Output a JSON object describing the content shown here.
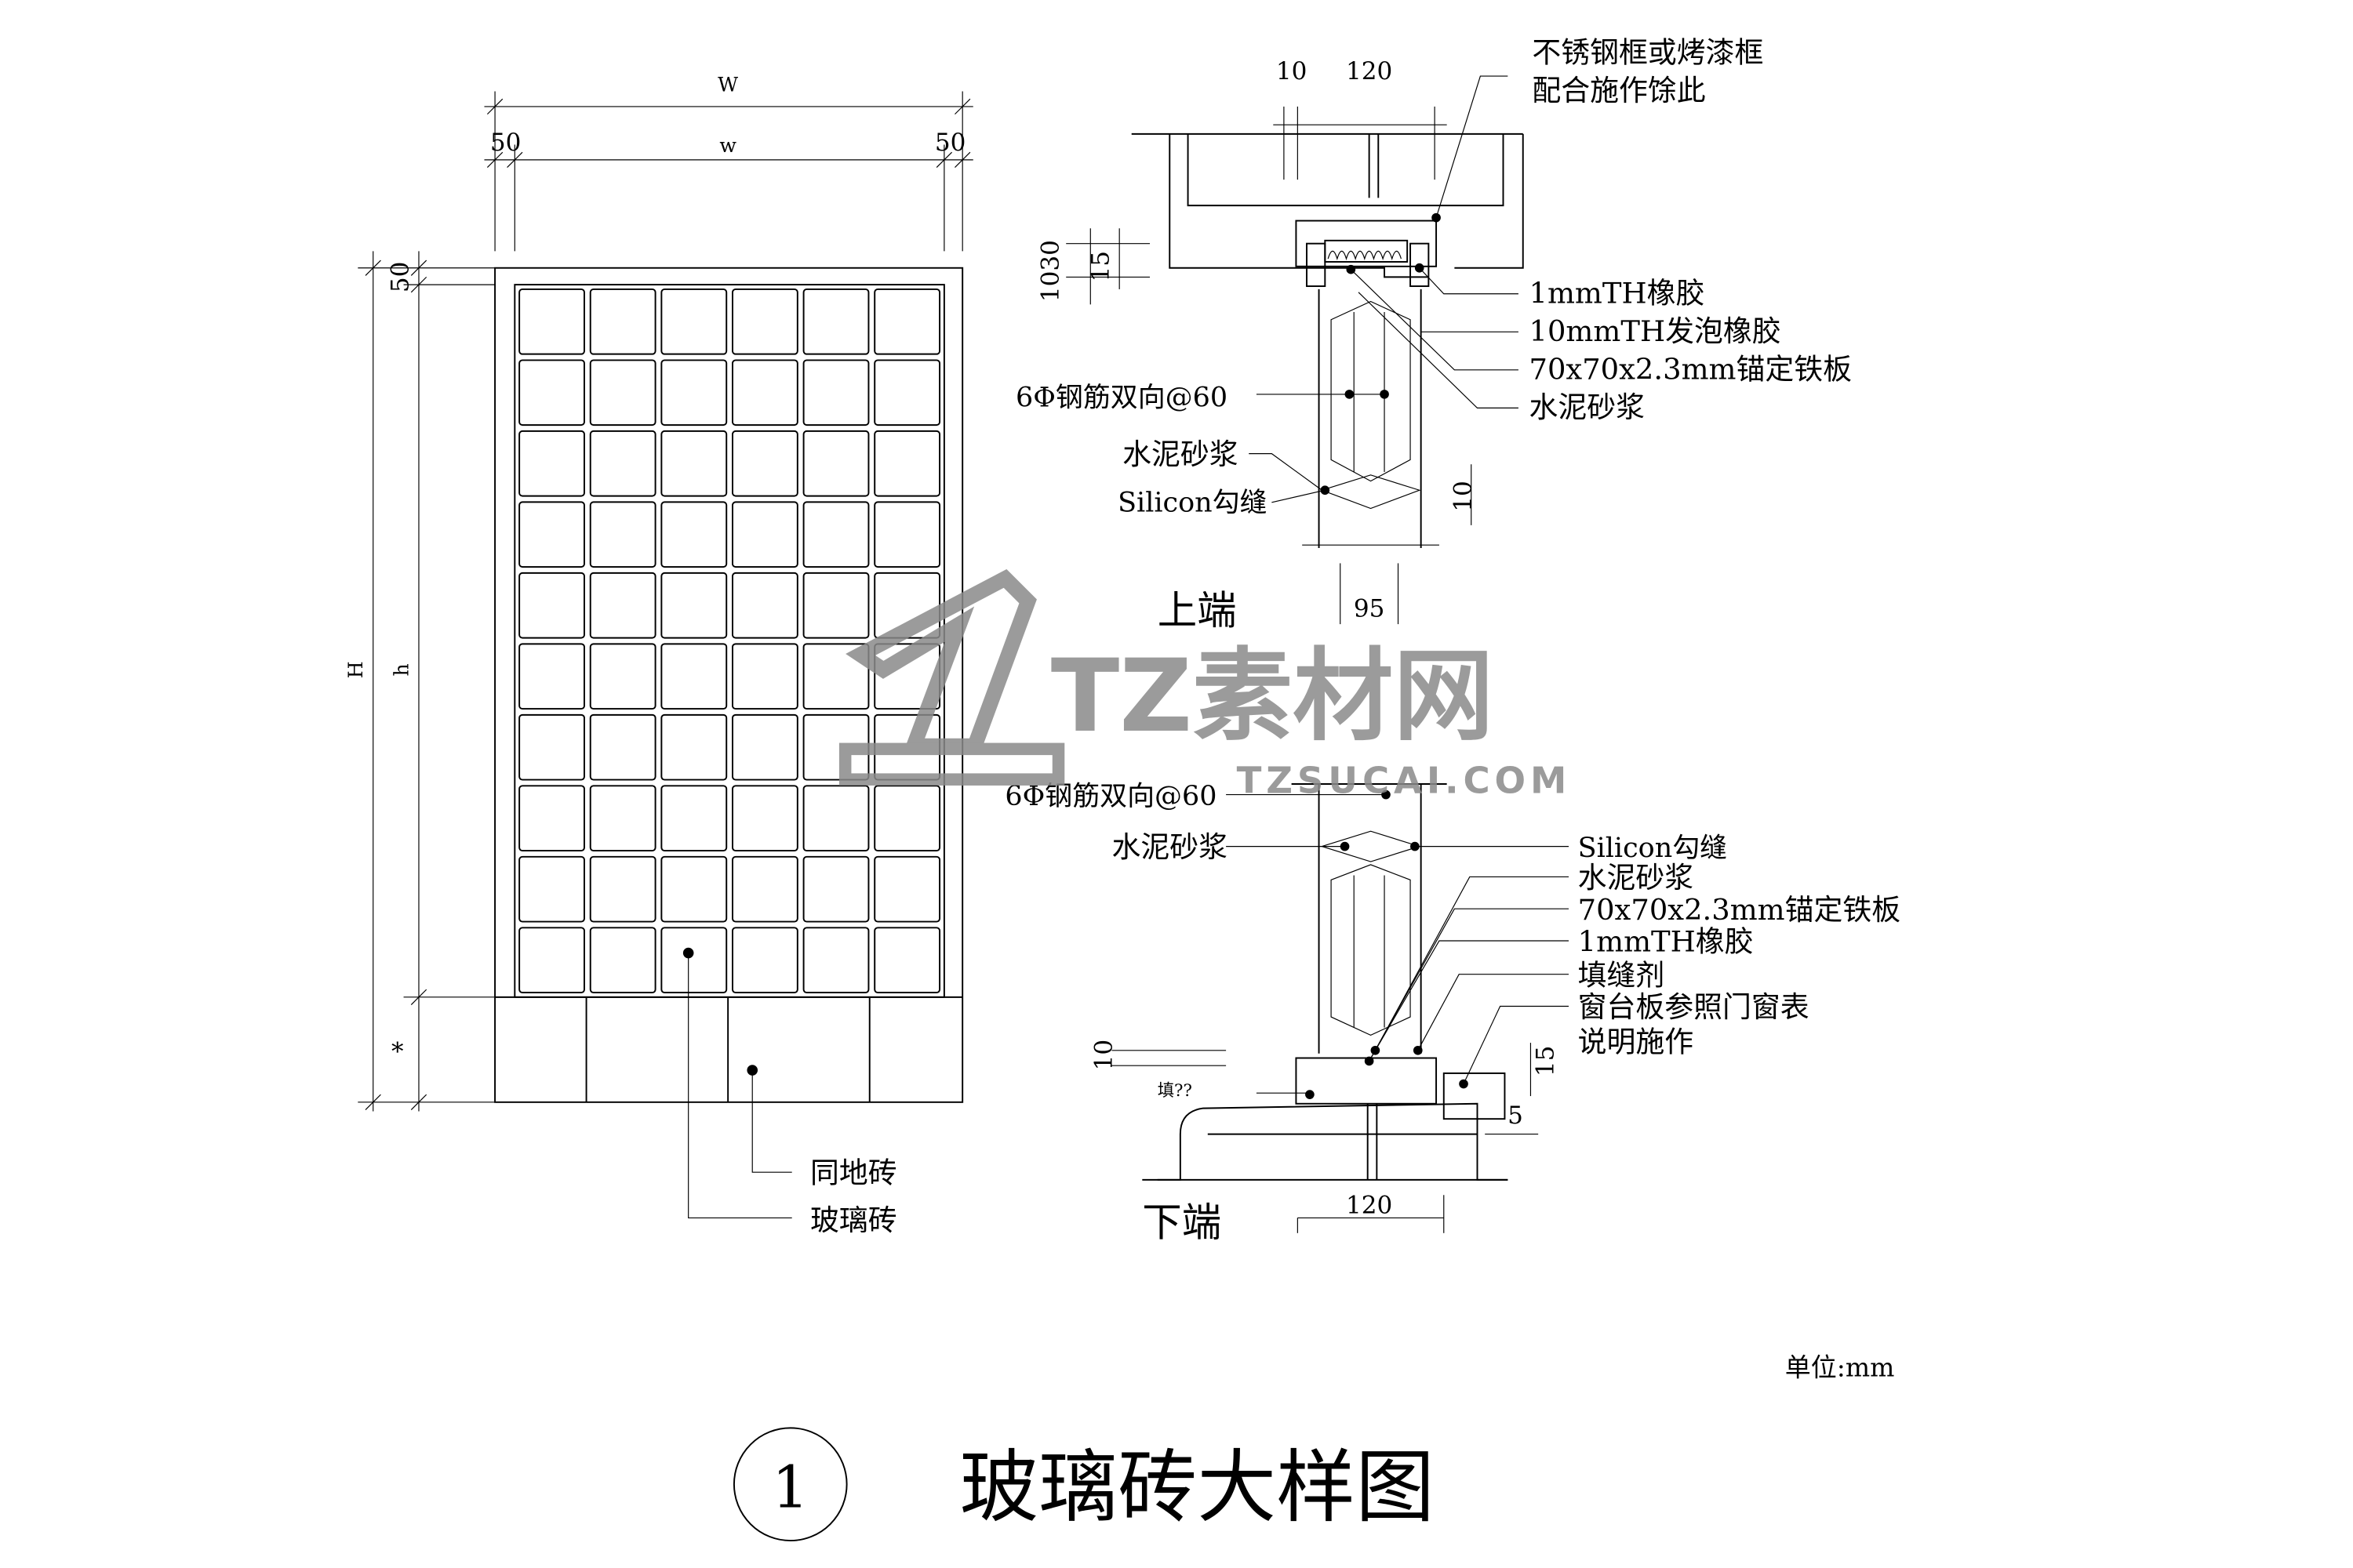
{
  "elevation": {
    "dim_W": "W",
    "dim_w": "w",
    "dim_left_50": "50",
    "dim_right_50": "50",
    "dim_top_50": "50",
    "dim_H": "H",
    "dim_h": "h",
    "dim_star": "*",
    "grid_cols": 6,
    "grid_rows": 10,
    "label_floor_tile": "同地砖",
    "label_glass_block": "玻璃砖"
  },
  "top_section": {
    "title": "上端",
    "dim_10": "10",
    "dim_120": "120",
    "dim_1030": "1030",
    "dim_15": "15",
    "dim_10_joint": "10",
    "dim_95": "95",
    "label_frame_line1": "不锈钢框或烤漆框",
    "label_frame_line2": "配合施作馀此",
    "label_rubber_1mm": "1mmTH橡胶",
    "label_foam_10mm": "10mmTH发泡橡胶",
    "label_anchor_plate": "70x70x2.3mm锚定铁板",
    "label_mortar_right": "水泥砂浆",
    "label_rebar": "6Φ钢筋双向@60",
    "label_mortar_left": "水泥砂浆",
    "label_silicon": "Silicon勾缝"
  },
  "bottom_section": {
    "title": "下端",
    "label_rebar": "6Φ钢筋双向@60",
    "label_mortar_left": "水泥砂浆",
    "label_silicon": "Silicon勾缝",
    "label_mortar": "水泥砂浆",
    "label_anchor_plate": "70x70x2.3mm锚定铁板",
    "label_rubber_1mm": "1mmTH橡胶",
    "label_filler": "填缝剂",
    "label_sill_line1": "窗台板参照门窗表",
    "label_sill_line2": "说明施作",
    "label_fill": "填??",
    "dim_10": "10",
    "dim_15": "15",
    "dim_5": "5",
    "dim_120": "120"
  },
  "unit_label": "单位:mm",
  "drawing_number": "1",
  "drawing_title": "玻璃砖大样图",
  "watermark": {
    "name": "TZ素材网",
    "url": "TZSUCAI.COM"
  }
}
